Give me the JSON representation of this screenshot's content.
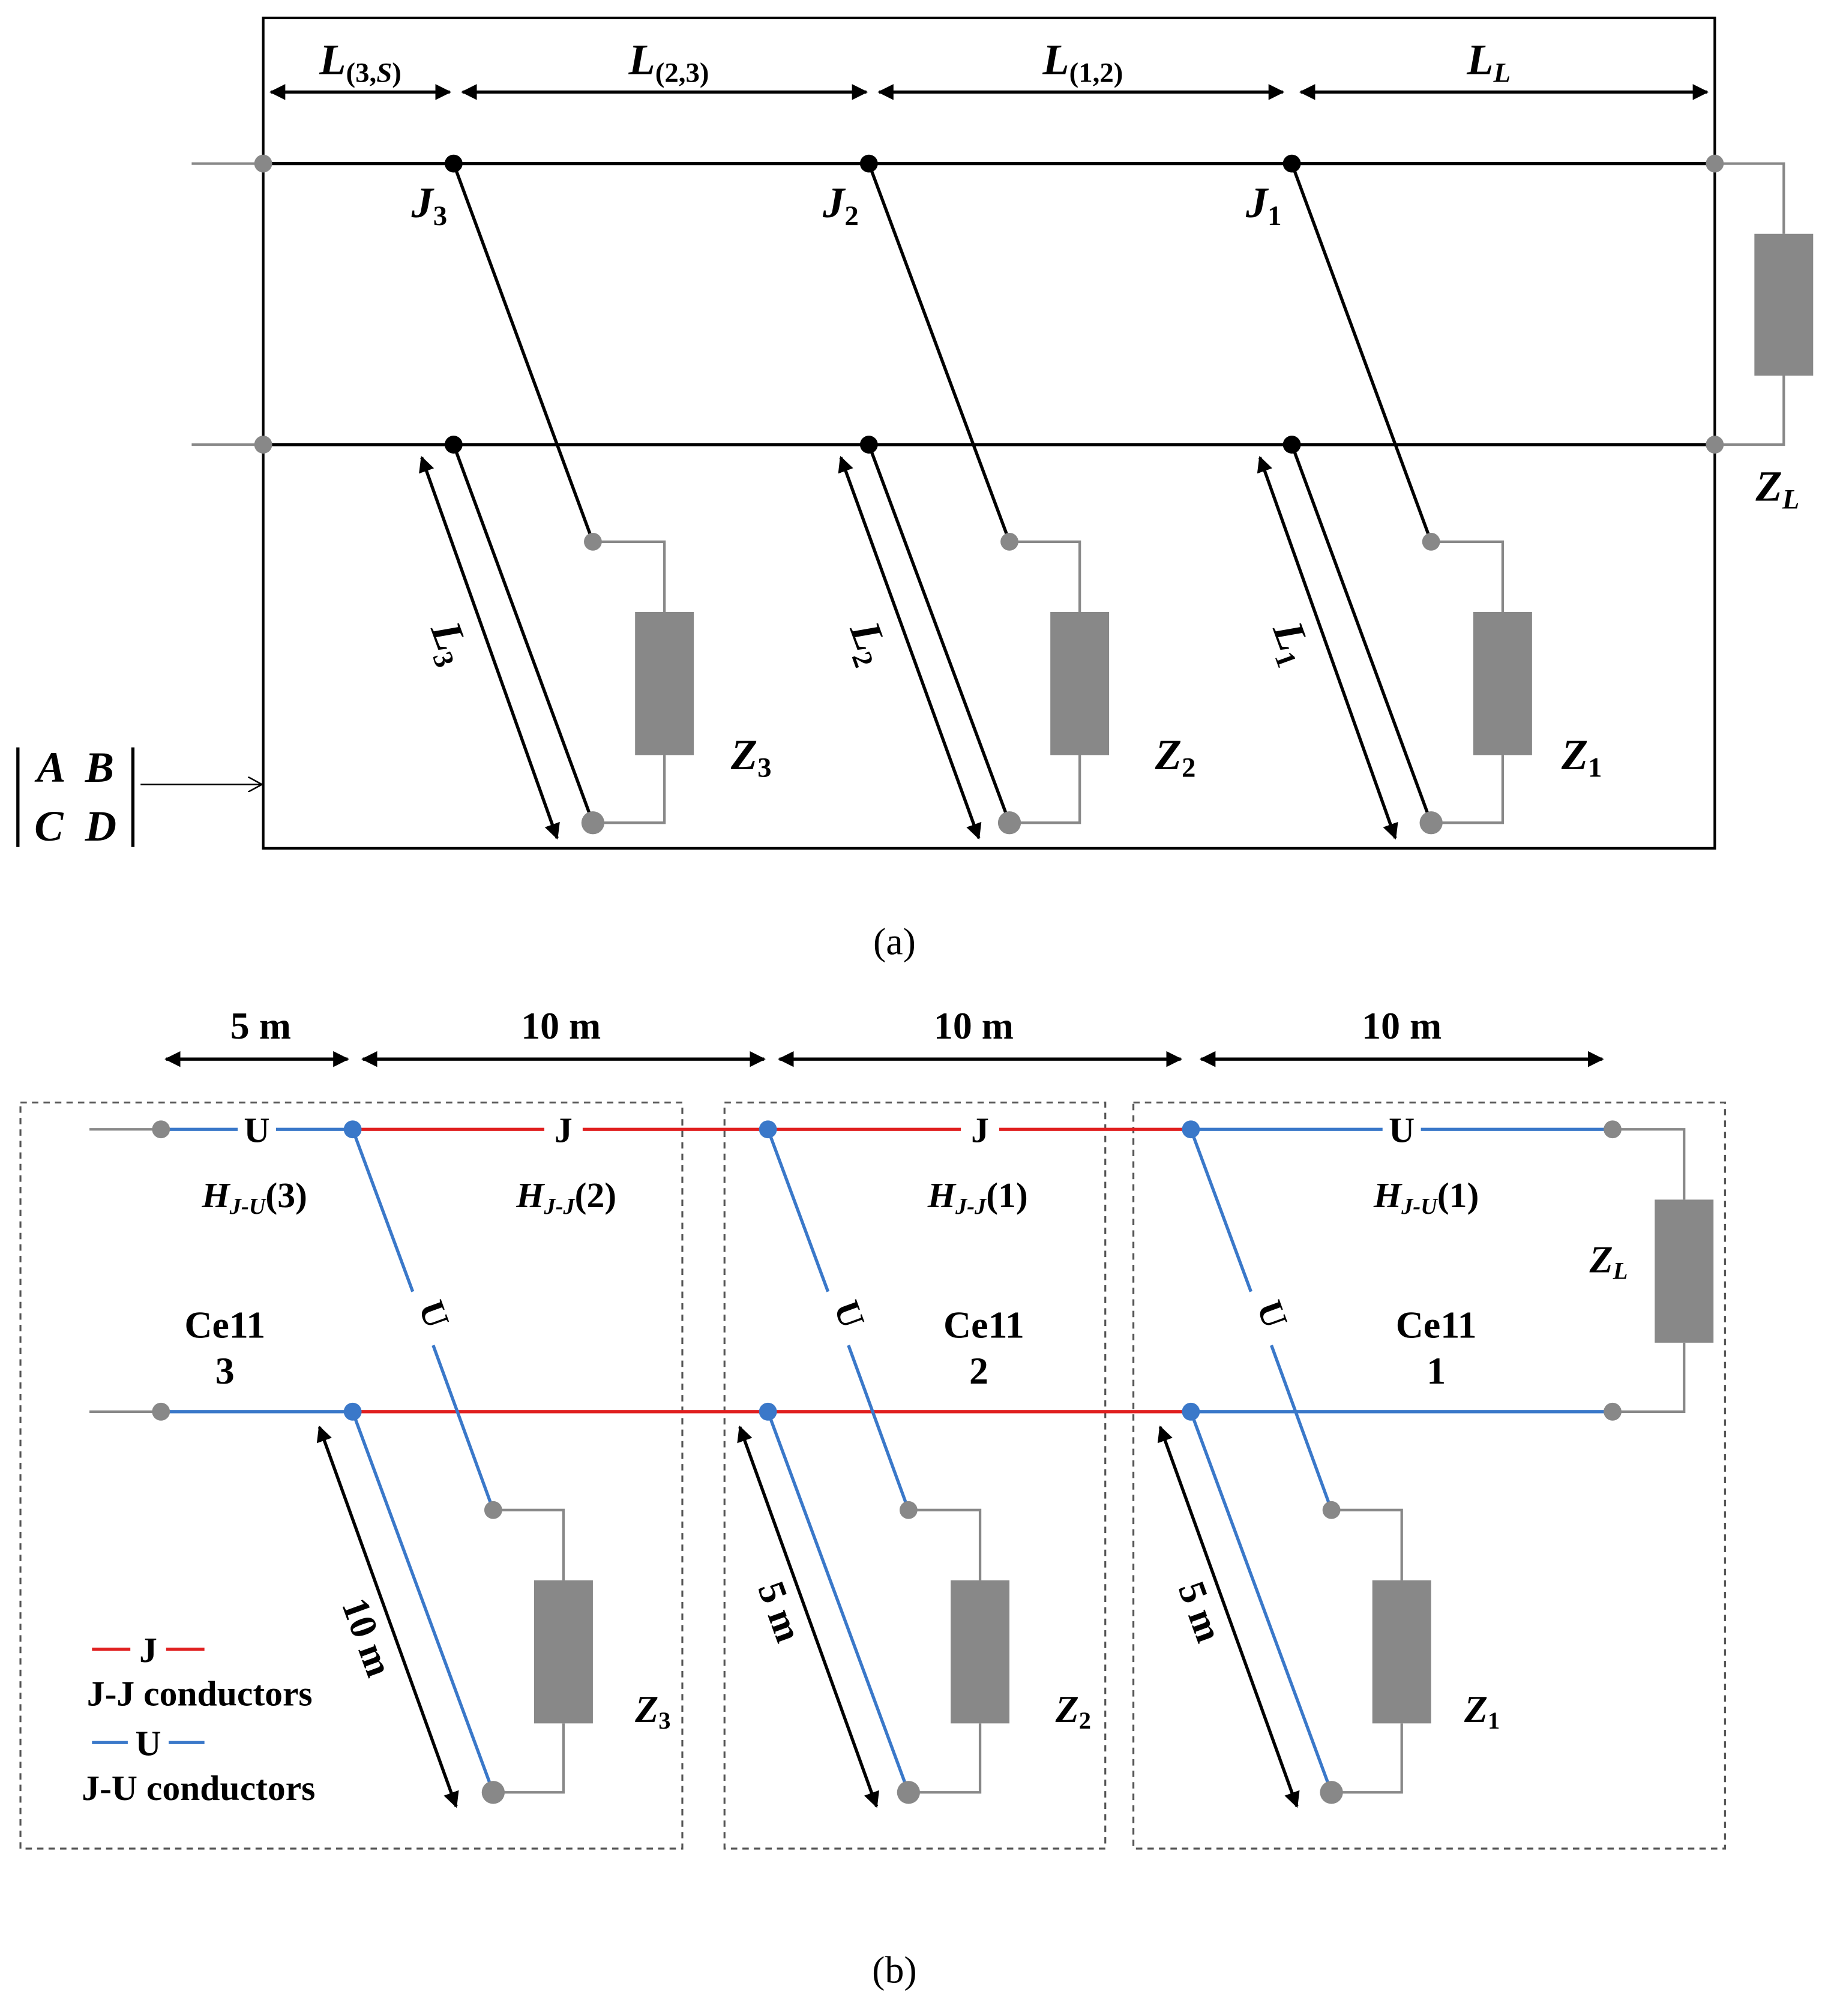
{
  "colors": {
    "black": "#000000",
    "gray": "#888888",
    "red": "#e02020",
    "blue": "#3a78c9"
  },
  "figure_a": {
    "caption": "(a)",
    "segments": [
      {
        "main": "L",
        "sub": "(3,",
        "subit": "S",
        "subend": ")"
      },
      {
        "main": "L",
        "sub": "(2,3)"
      },
      {
        "main": "L",
        "sub": "(1,2)"
      },
      {
        "main": "L",
        "sub": "L"
      }
    ],
    "junctions": [
      {
        "main": "J",
        "sub": "3"
      },
      {
        "main": "J",
        "sub": "2"
      },
      {
        "main": "J",
        "sub": "1"
      }
    ],
    "branch_lengths": [
      {
        "main": "L",
        "sub": "3"
      },
      {
        "main": "L",
        "sub": "2"
      },
      {
        "main": "L",
        "sub": "1"
      }
    ],
    "loads": [
      {
        "main": "Z",
        "sub": "3"
      },
      {
        "main": "Z",
        "sub": "2"
      },
      {
        "main": "Z",
        "sub": "1"
      }
    ],
    "load_end": {
      "main": "Z",
      "sub": "L"
    },
    "matrix": {
      "row1": "A  B",
      "row2": "C  D"
    }
  },
  "figure_b": {
    "caption": "(b)",
    "segments": [
      "5 m",
      "10 m",
      "10 m",
      "10 m"
    ],
    "conductor_tags": {
      "u": "U",
      "j": "J"
    },
    "transfer": [
      {
        "main": "H",
        "sub": "J-U",
        "arg": "(3)"
      },
      {
        "main": "H",
        "sub": "J-J",
        "arg": "(2)"
      },
      {
        "main": "H",
        "sub": "J-J",
        "arg": "(1)"
      },
      {
        "main": "H",
        "sub": "J-U",
        "arg": "(1)"
      }
    ],
    "cells": [
      {
        "name": "Ce11",
        "num": "3"
      },
      {
        "name": "Ce11",
        "num": "2"
      },
      {
        "name": "Ce11",
        "num": "1"
      }
    ],
    "branch_lengths": [
      "10 m",
      "5 m",
      "5 m"
    ],
    "loads": [
      {
        "main": "Z",
        "sub": "3"
      },
      {
        "main": "Z",
        "sub": "2"
      },
      {
        "main": "Z",
        "sub": "1"
      }
    ],
    "load_end": {
      "main": "Z",
      "sub": "L"
    },
    "legend": {
      "j_symbol": "J",
      "j_label": "J-J conductors",
      "u_symbol": "U",
      "u_label": "J-U conductors"
    }
  }
}
